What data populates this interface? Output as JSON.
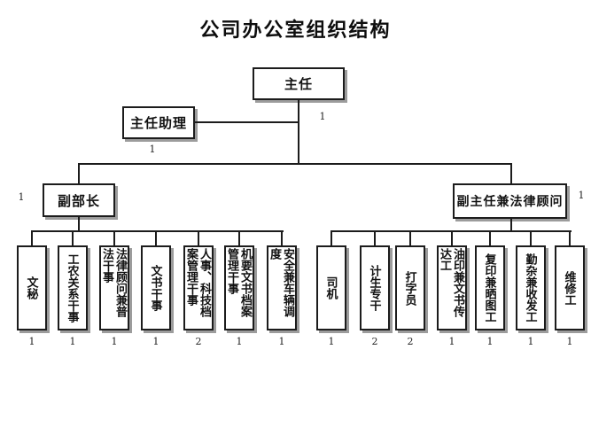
{
  "title": "公司办公室组织结构",
  "colors": {
    "line": "#1c1c1c",
    "box_border": "#1c1c1c",
    "box_bg": "#ffffff",
    "shadow": "#9c9c9c",
    "text": "#111111"
  },
  "root": {
    "label": "主任",
    "count": "1"
  },
  "assistant": {
    "label": "主任助理",
    "count": "1"
  },
  "left_manager": {
    "label": "副部长",
    "count": "1"
  },
  "right_manager": {
    "label": "副主任兼法律顾问",
    "count": "1"
  },
  "left_children": [
    {
      "label": "文秘",
      "count": "1"
    },
    {
      "label": "工农关系干事",
      "count": "1"
    },
    {
      "label": "法律顾问兼普法干事",
      "count": "1"
    },
    {
      "label": "文书干事",
      "count": "1"
    },
    {
      "label": "人事、科技档案管理干事",
      "count": "2"
    },
    {
      "label": "机要文书档案管理干事",
      "count": "1"
    },
    {
      "label": "安全兼车辆调度",
      "count": "1"
    }
  ],
  "right_children": [
    {
      "label": "司机",
      "count": "1"
    },
    {
      "label": "计生专干",
      "count": "2"
    },
    {
      "label": "打字员",
      "count": "2"
    },
    {
      "label": "油印兼文书传达工",
      "count": "1"
    },
    {
      "label": "复印兼晒图工",
      "count": "1"
    },
    {
      "label": "勤杂兼收发工",
      "count": "1"
    },
    {
      "label": "维修工",
      "count": "1"
    }
  ]
}
